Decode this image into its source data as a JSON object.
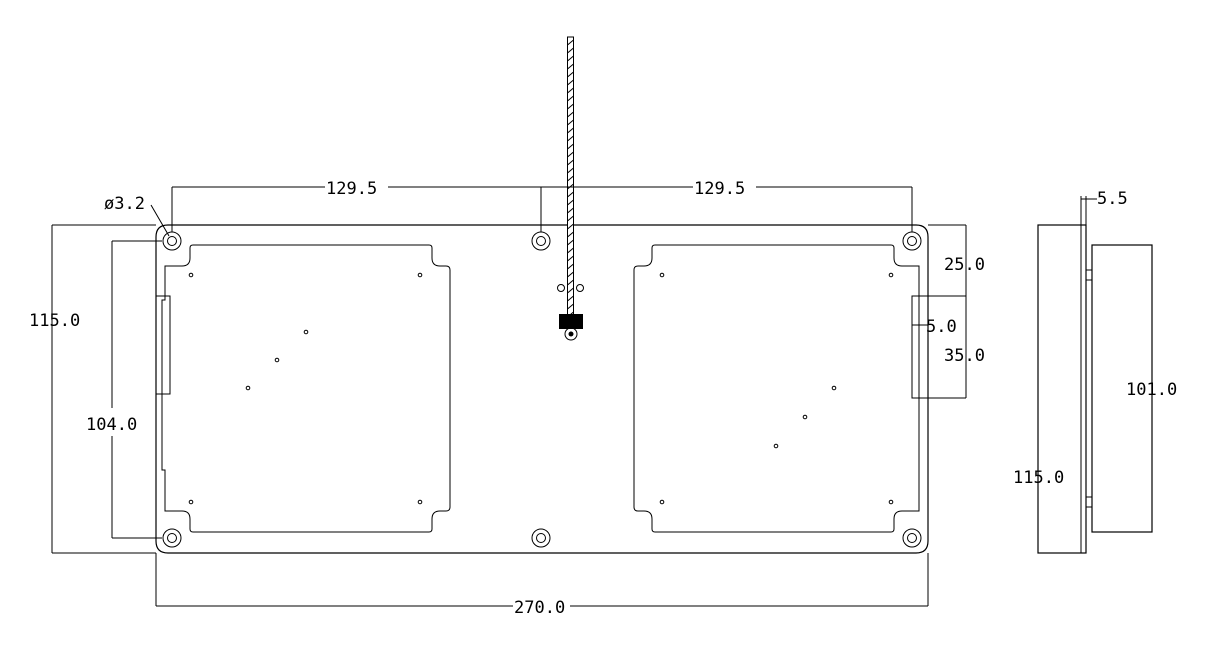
{
  "dimensions": {
    "hole_diameter": "ø3.2",
    "top_left_spacing": "129.5",
    "top_right_spacing": "129.5",
    "total_height": "115.0",
    "inner_height": "104.0",
    "total_width": "270.0",
    "top_offset": "25.0",
    "notch_depth": "5.0",
    "notch_height": "35.0",
    "side_thickness": "5.5",
    "side_total_height": "115.0",
    "side_inner_height": "101.0"
  }
}
